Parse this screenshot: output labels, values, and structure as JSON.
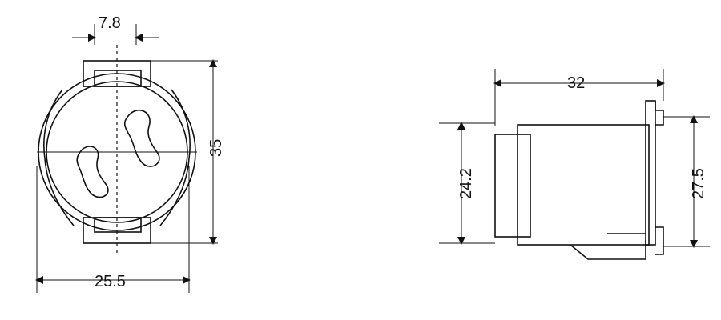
{
  "dimensions": {
    "front_view": {
      "pin_spacing": "7.8",
      "height": "35",
      "width": "25.5"
    },
    "side_view": {
      "length": "32",
      "height_front": "24.2",
      "height_back": "27.5"
    }
  },
  "colors": {
    "line": "#111111",
    "background": "#ffffff"
  }
}
